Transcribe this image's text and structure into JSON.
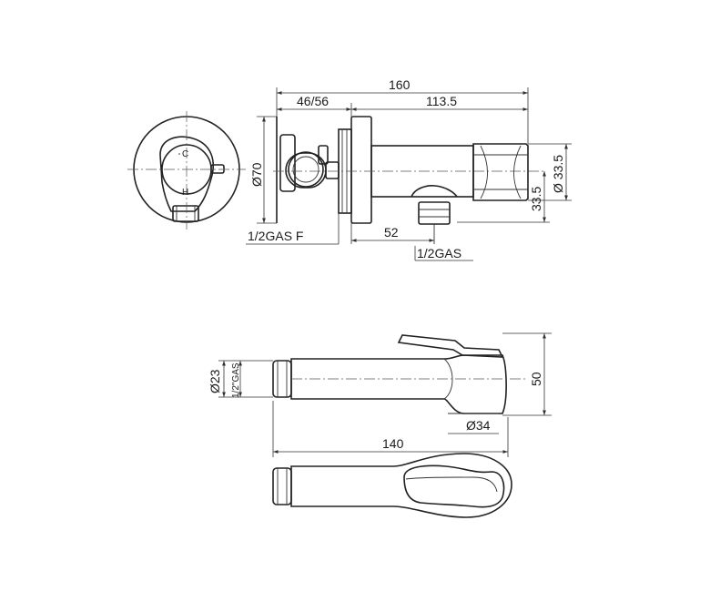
{
  "dimensions": {
    "total_length": "160",
    "mount_depth": "46/56",
    "body_length": "113.5",
    "plate_diameter": "Ø70",
    "connector_diameter": "Ø 33.5",
    "outlet_height": "33.5",
    "outlet_offset": "52",
    "inlet_thread": "1/2GAS F",
    "outlet_thread": "1/2GAS",
    "spray_diameter": "Ø23",
    "spray_thread": "1/2\"GAS",
    "spray_height": "50",
    "handle_diameter": "Ø34",
    "spray_length": "140"
  },
  "valve_labels": {
    "cold": "C",
    "hot": "H"
  }
}
